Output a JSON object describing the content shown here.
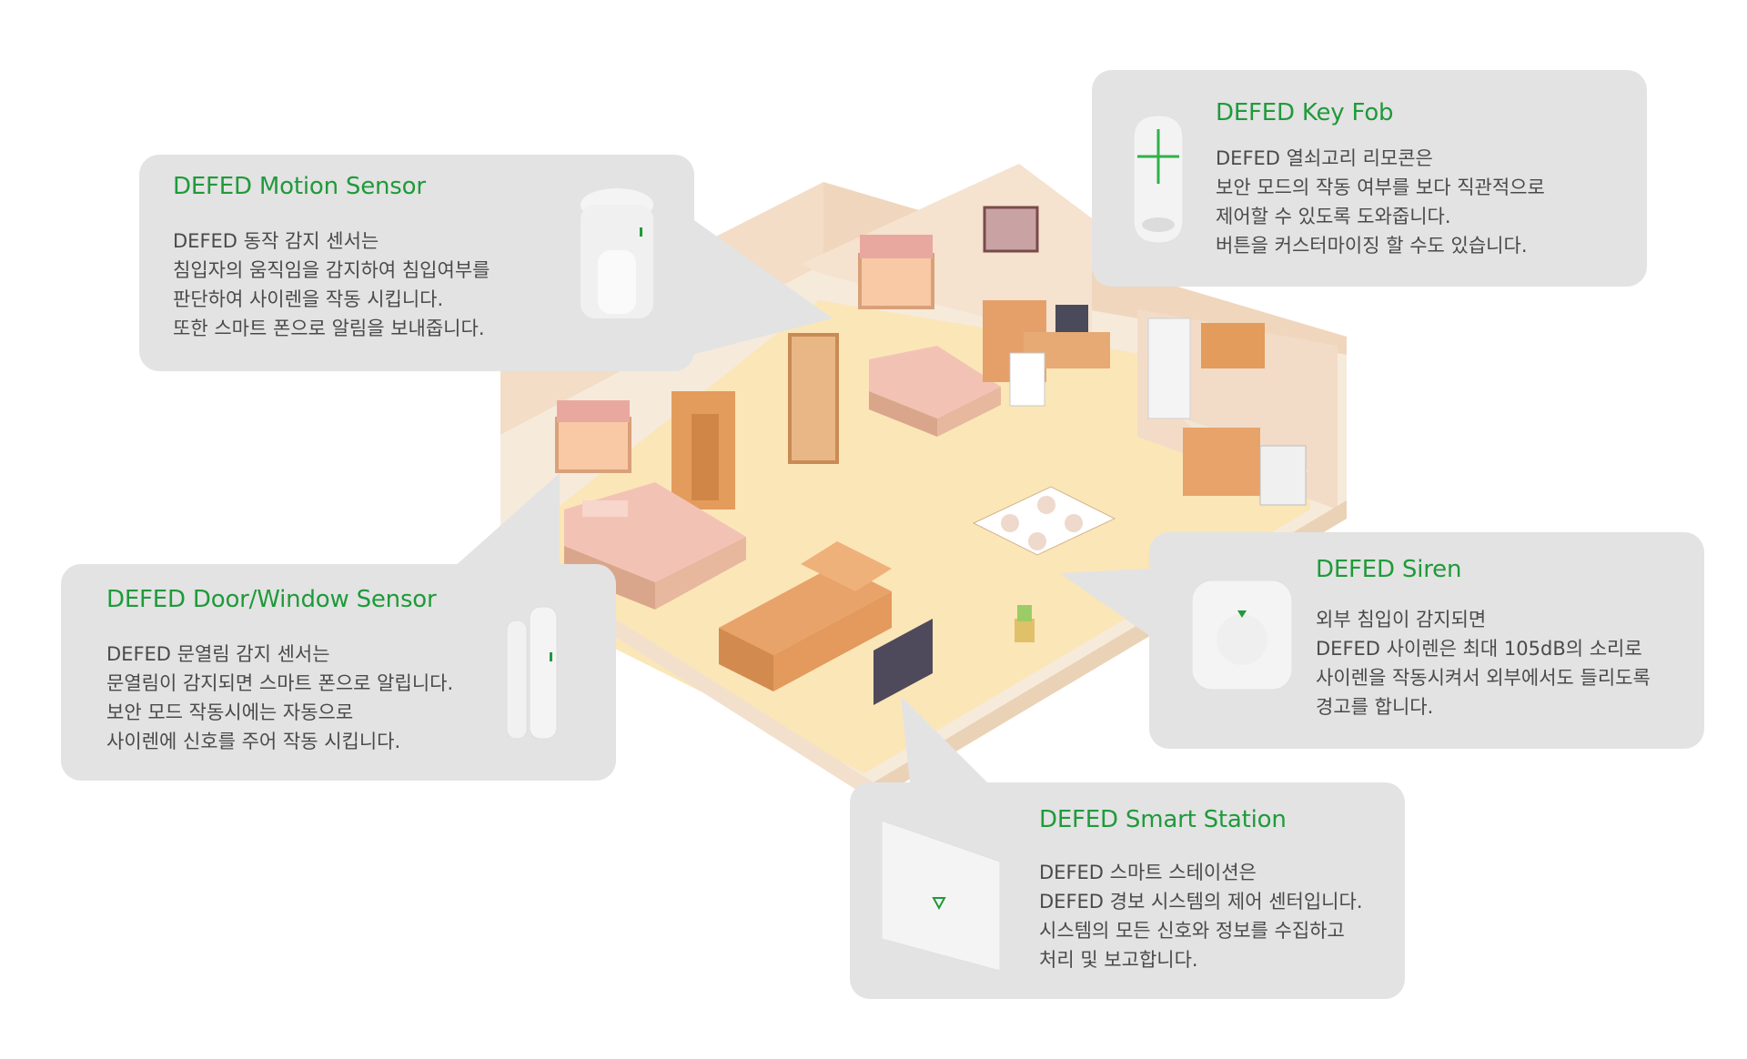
{
  "colors": {
    "accent": "#1f9a3a",
    "card_bg": "#e3e3e3",
    "text": "#4a4a4a"
  },
  "cards": {
    "motion": {
      "title": "DEFED Motion Sensor",
      "lines": [
        "DEFED 동작 감지 센서는",
        "침입자의 움직임을 감지하여 침입여부를",
        "판단하여 사이렌을 작동 시킵니다.",
        "또한 스마트 폰으로 알림을 보내줍니다."
      ],
      "icon": "motion-sensor-icon"
    },
    "keyfob": {
      "title": "DEFED Key Fob",
      "lines": [
        "DEFED 열쇠고리 리모콘은",
        "보안 모드의 작동 여부를 보다 직관적으로",
        "제어할 수 있도록 도와줍니다.",
        "버튼을 커스터마이징 할 수도 있습니다."
      ],
      "icon": "key-fob-icon"
    },
    "door": {
      "title": "DEFED Door/Window Sensor",
      "lines": [
        "DEFED 문열림 감지 센서는",
        "문열림이 감지되면 스마트 폰으로 알립니다.",
        "보안 모드 작동시에는 자동으로",
        "사이렌에 신호를 주어 작동 시킵니다."
      ],
      "icon": "door-window-sensor-icon"
    },
    "siren": {
      "title": "DEFED Siren",
      "lines": [
        "외부 침입이 감지되면",
        "DEFED 사이렌은 최대 105dB의 소리로",
        "사이렌을 작동시켜서 외부에서도 들리도록",
        "경고를 합니다."
      ],
      "icon": "siren-icon"
    },
    "station": {
      "title": "DEFED Smart Station",
      "lines": [
        "DEFED 스마트 스테이션은",
        "DEFED 경보 시스템의 제어 센터입니다.",
        "시스템의 모든 신호와 정보를 수집하고",
        "처리 및 보고합니다."
      ],
      "icon": "smart-station-icon"
    }
  }
}
